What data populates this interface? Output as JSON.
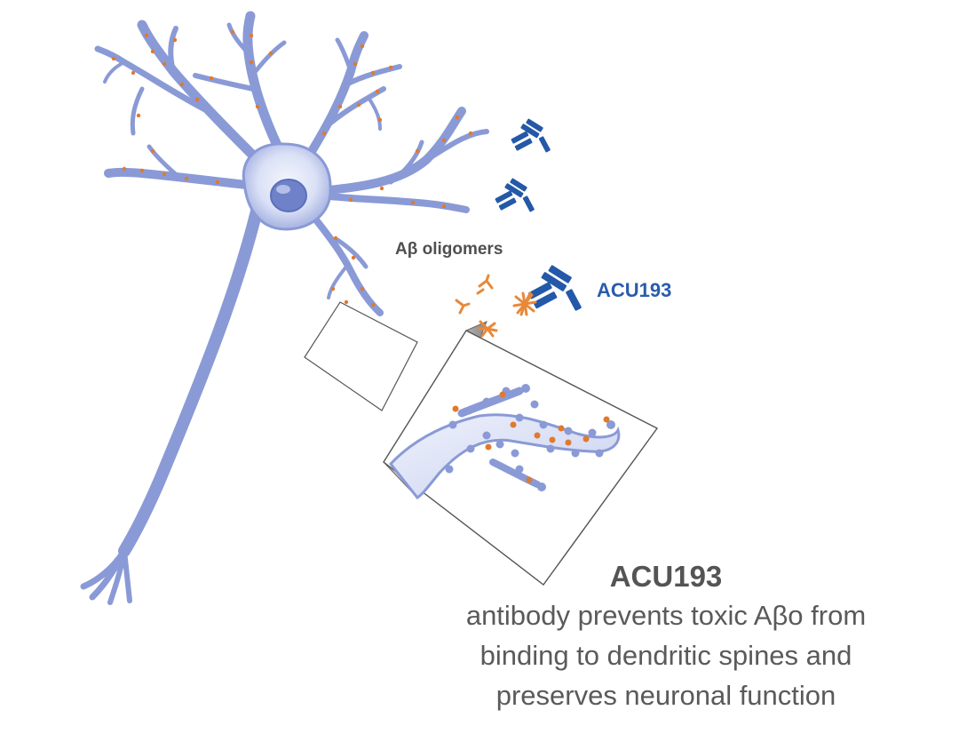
{
  "labels": {
    "oligomers": "Aβ oligomers",
    "antibody": "ACU193"
  },
  "caption": {
    "title": "ACU193",
    "lines": [
      "antibody prevents toxic Aβo from",
      "binding to dendritic spines and",
      "preserves neuronal function"
    ]
  },
  "colors": {
    "neuron": "#8a9ad6",
    "neuron_light": "#dfe4f7",
    "nucleus": "#6f82c9",
    "spine_dot": "#e07a2e",
    "antibody": "#2458a8",
    "oligomer": "#e8893a",
    "text_dark": "#545454",
    "text_blue": "#2a5caa"
  },
  "icons": [
    "neuron-icon",
    "antibody-icon",
    "oligomer-icon",
    "magnifier-inset-icon"
  ]
}
